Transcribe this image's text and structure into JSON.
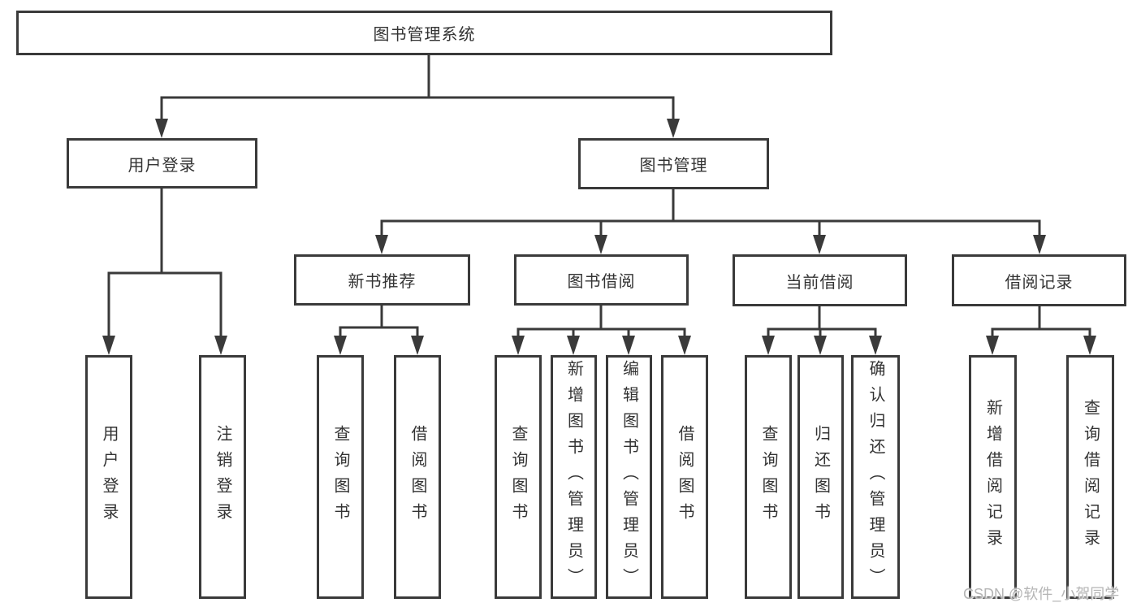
{
  "tree": {
    "label": "图书管理系统",
    "children": [
      {
        "label": "用户登录",
        "children": [
          {
            "label": "用户登录"
          },
          {
            "label": "注销登录"
          }
        ]
      },
      {
        "label": "图书管理",
        "children": [
          {
            "label": "新书推荐",
            "children": [
              {
                "label": "查询图书"
              },
              {
                "label": "借阅图书"
              }
            ]
          },
          {
            "label": "图书借阅",
            "children": [
              {
                "label": "查询图书"
              },
              {
                "label": "新增图书（管理员）"
              },
              {
                "label": "编辑图书（管理员）"
              },
              {
                "label": "借阅图书"
              }
            ]
          },
          {
            "label": "当前借阅",
            "children": [
              {
                "label": "查询图书"
              },
              {
                "label": "归还图书"
              },
              {
                "label": "确认归还（管理员）"
              }
            ]
          },
          {
            "label": "借阅记录",
            "children": [
              {
                "label": "新增借阅记录"
              },
              {
                "label": "查询借阅记录"
              }
            ]
          }
        ]
      }
    ]
  },
  "watermark": "CSDN @软件_小贺同学",
  "colors": {
    "line": "#3a3a3a",
    "text": "#333333",
    "background": "#ffffff",
    "watermark": "#b5b5b5"
  }
}
